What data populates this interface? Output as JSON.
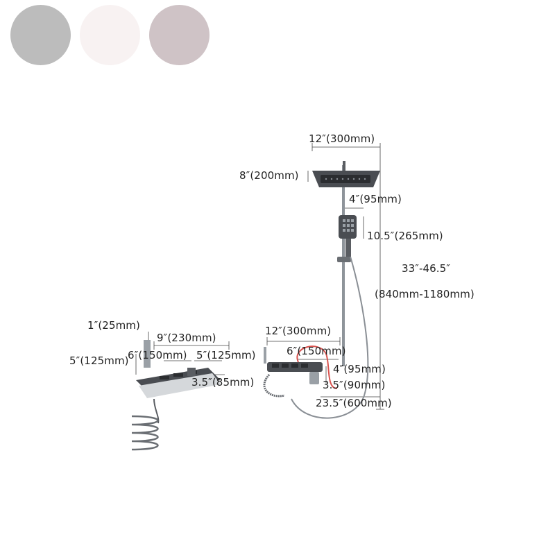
{
  "swatches": [
    {
      "label": "Grey",
      "color": "#bcbcbc"
    },
    {
      "label": "White",
      "color": "#f8f2f2"
    },
    {
      "label": "Pink Grey",
      "color": "#cfc3c6"
    }
  ],
  "dimensions": {
    "head_width": "12″(300mm)",
    "head_depth": "8″(200mm)",
    "hand_shower_width": "4″(95mm)",
    "hand_shower_length": "10.5″(265mm)",
    "height_range": "33″-46.5″",
    "height_range_mm": "(840mm-1180mm)",
    "spray_pipe": "1″(25mm)",
    "shelf_width": "9″(230mm)",
    "shelf_height": "5″(125mm)",
    "shelf_inner": "6″(150mm)",
    "shelf_depth": "5″(125mm)",
    "shelf_front": "3.5″(85mm)",
    "mixer_width": "12″(300mm)",
    "mixer_center": "6″(150mm)",
    "mixer_height": "4″(95mm)",
    "mixer_depth": "3.5″(90mm)",
    "mixer_to_bar": "23.5″(600mm)"
  },
  "colors": {
    "fixture": "#4a4d52",
    "chrome": "#9aa0a6",
    "hose_hot": "#d9534f",
    "dim_line": "#444444"
  }
}
